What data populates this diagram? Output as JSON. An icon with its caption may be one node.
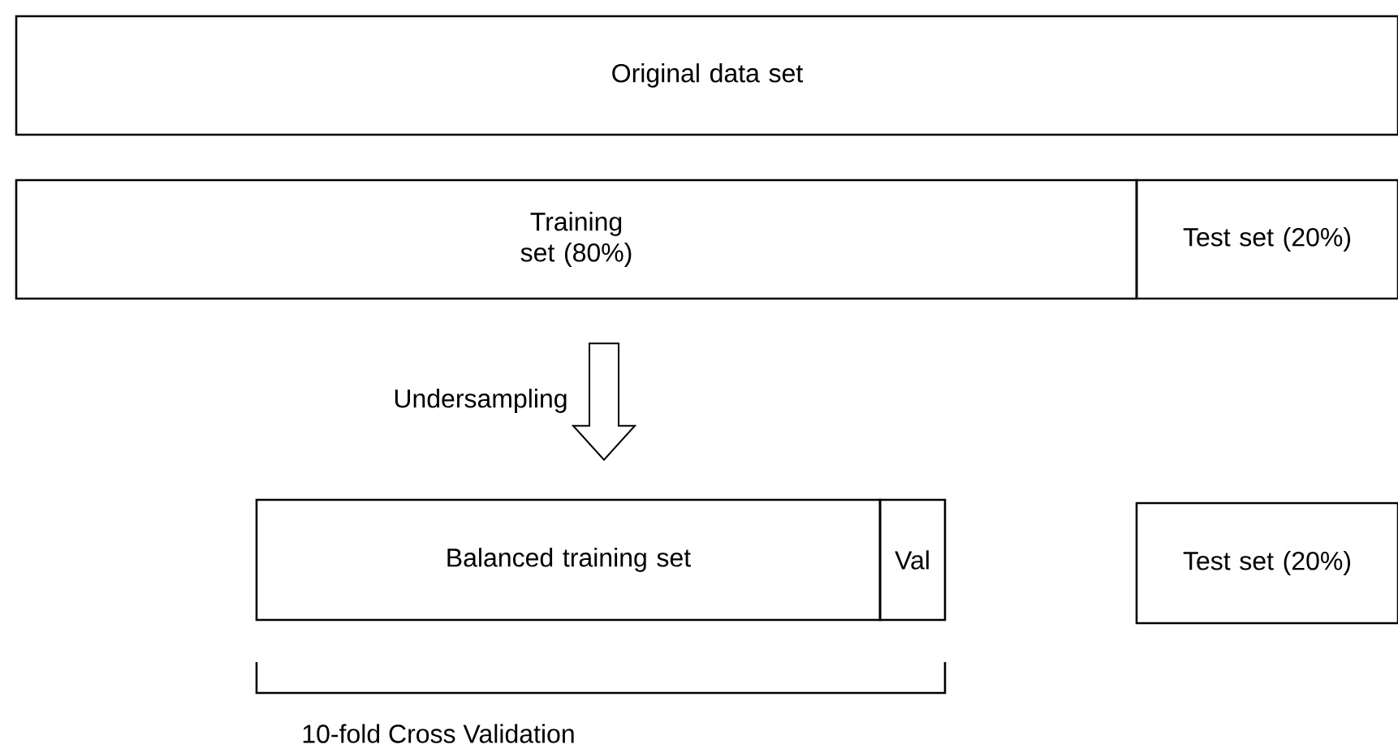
{
  "diagram": {
    "nodes": [
      {
        "text": [
          "Original data set"
        ]
      },
      {
        "text": [
          "Training set (80%)"
        ]
      },
      {
        "text": [
          "Test set (20%)"
        ]
      },
      {
        "text": [
          "Balanced training set"
        ]
      },
      {
        "text": [
          "Val"
        ]
      },
      {
        "text": [
          "Test set (20%)"
        ]
      }
    ],
    "edges": [
      {
        "from": 1,
        "to": 3,
        "arrow": "to",
        "label": "Undersampling"
      }
    ],
    "labels": [
      "10-fold Cross Validation"
    ]
  }
}
